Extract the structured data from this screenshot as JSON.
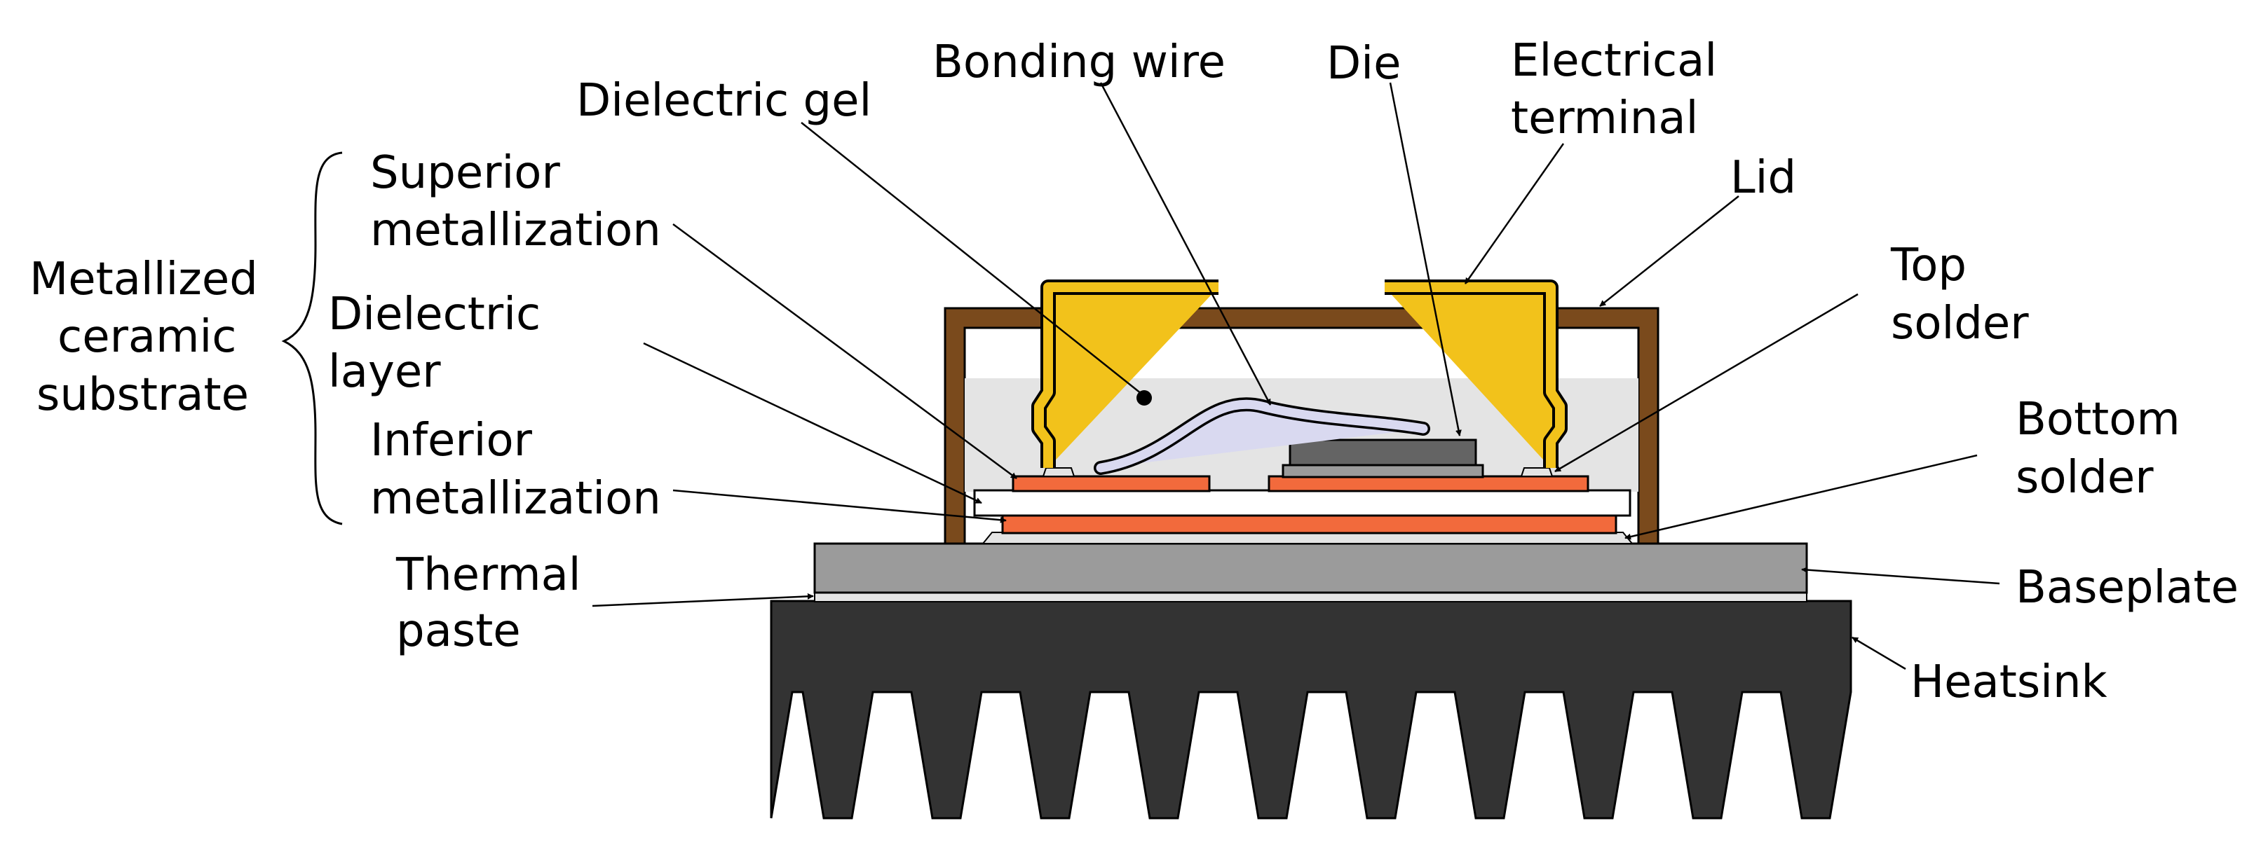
{
  "colors": {
    "lid": "#7a4a1c",
    "terminal": "#f2c21b",
    "gel": "#e4e4e4",
    "copper": "#f26a3c",
    "ceramic": "#ffffff",
    "die": "#646464",
    "baseplate": "#9b9b9b",
    "heatsink": "#333333",
    "wire": "#d9d9f0",
    "line": "#000000"
  },
  "labels": {
    "bonding_wire": "Bonding wire",
    "die": "Die",
    "electrical_terminal_1": "Electrical",
    "electrical_terminal_2": "terminal",
    "dielectric_gel": "Dielectric gel",
    "lid": "Lid",
    "superior_metallization_1": "Superior",
    "superior_metallization_2": "metallization",
    "metallized_ceramic_1": "Metallized",
    "metallized_ceramic_2": "ceramic",
    "metallized_ceramic_3": "substrate",
    "dielectric_layer_1": "Dielectric",
    "dielectric_layer_2": "layer",
    "inferior_metallization_1": "Inferior",
    "inferior_metallization_2": "metallization",
    "top_solder_1": "Top",
    "top_solder_2": "solder",
    "bottom_solder_1": "Bottom",
    "bottom_solder_2": "solder",
    "thermal_paste_1": "Thermal",
    "thermal_paste_2": "paste",
    "baseplate": "Baseplate",
    "heatsink": "Heatsink"
  }
}
